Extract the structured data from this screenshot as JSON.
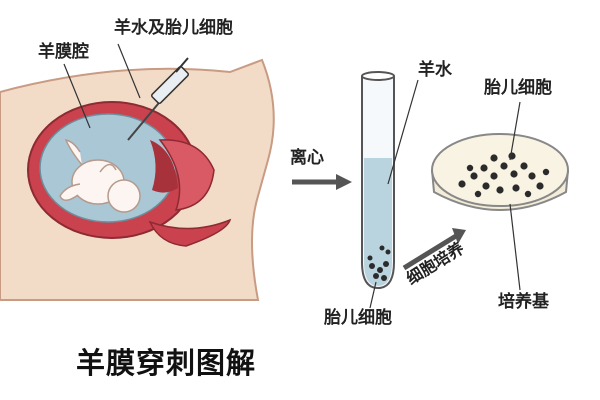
{
  "title": "羊膜穿刺图解",
  "labels": {
    "amniotic_cavity": "羊膜腔",
    "fluid_and_cells_top": "羊水及胎儿细胞",
    "centrifuge": "离心",
    "amniotic_fluid": "羊水",
    "fetal_cells_tube": "胎儿细胞",
    "cell_culture": "细胞培养",
    "fetal_cells_dish": "胎儿细胞",
    "culture_medium": "培养基"
  },
  "colors": {
    "skin": "#f2dcc8",
    "uterus_wall": "#c9424e",
    "amniotic_fluid": "#a9c7d4",
    "fetus": "#fdf5f1",
    "cells": "#2b2b2b",
    "arrow": "#555555"
  }
}
